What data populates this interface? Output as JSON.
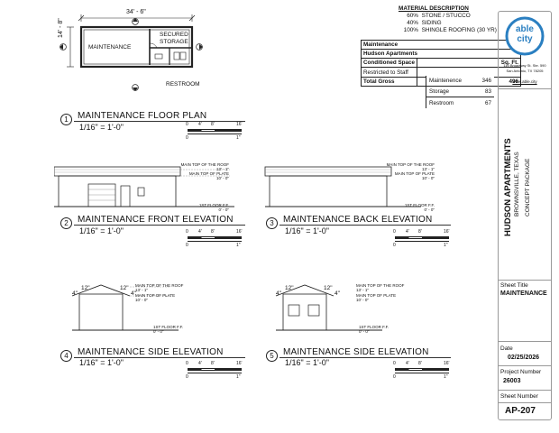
{
  "material": {
    "heading": "MATERIAL DESCRIPTION",
    "rows": [
      {
        "pct": "60%",
        "desc": "STONE / STUCCO"
      },
      {
        "pct": "40%",
        "desc": "SIDING"
      },
      {
        "pct": "100%",
        "desc": "SHINGLE ROOFING (30 YR)"
      }
    ]
  },
  "area": {
    "building": "Maintenance",
    "project": "Hudson Apartments",
    "col_space": "Conditioned Space",
    "col_sqft": "Sq. Ft.",
    "group": "Restricted to Staff",
    "items": [
      {
        "name": "Maintenence",
        "value": "346"
      },
      {
        "name": "Storage",
        "value": "83"
      },
      {
        "name": "Restroom",
        "value": "67"
      }
    ],
    "total_label": "Total Gross",
    "total_value": "496"
  },
  "plan": {
    "width_dim": "34' - 6\"",
    "depth_dim": "14' - 8\"",
    "room_maint": "MAINTENANCE",
    "room_storage_1": "SECURED",
    "room_storage_2": "STORAGE",
    "room_restroom": "RESTROOM"
  },
  "views": [
    {
      "num": "1",
      "title": "MAINTENANCE FLOOR PLAN",
      "scale": "1/16\" = 1'-0\""
    },
    {
      "num": "2",
      "title": "MAINTENANCE FRONT ELEVATION",
      "scale": "1/16\" = 1'-0\""
    },
    {
      "num": "3",
      "title": "MAINTENANCE BACK ELEVATION",
      "scale": "1/16\" = 1'-0\""
    },
    {
      "num": "4",
      "title": "MAINTENANCE SIDE ELEVATION",
      "scale": "1/16\" = 1'-0\""
    },
    {
      "num": "5",
      "title": "MAINTENANCE SIDE ELEVATION",
      "scale": "1/16\" = 1'-0\""
    }
  ],
  "scalebar": {
    "t0": "0",
    "t4": "4'",
    "t8": "8'",
    "t16": "16'",
    "b0": "0",
    "b1": "1\""
  },
  "levels": {
    "top_roof": "MAIN TOP OF THE ROOF",
    "top_roof_val": "13' - 1\"",
    "top_plate": "MAIN TOP OF PLATE",
    "top_plate_val": "10' - 0\"",
    "first_floor": "1ST FLOOR F.F.",
    "first_floor_val": "0' - 0\""
  },
  "pitch": {
    "rise": "4\"",
    "run": "12\""
  },
  "title_block": {
    "logo_top": "able",
    "logo_bottom": "city",
    "address_1": "110 Broadway St. Ste. 590",
    "address_2": "San Antonio, TX 78205",
    "website": "www.able.city",
    "project_name": "HUDSON APARTMENTS",
    "project_city": "BROWNSVILLE, TEXAS",
    "package": "CONCEPT PACKAGE",
    "sheet_title_label": "Sheet Title",
    "sheet_title": "MAINTENANCE",
    "date_label": "Date",
    "date": "02/25/2026",
    "project_number_label": "Project Number",
    "project_number": "26003",
    "sheet_number_label": "Sheet Number",
    "sheet_number": "AP-207"
  },
  "colors": {
    "brand": "#2a7fc1",
    "line": "#222222"
  }
}
